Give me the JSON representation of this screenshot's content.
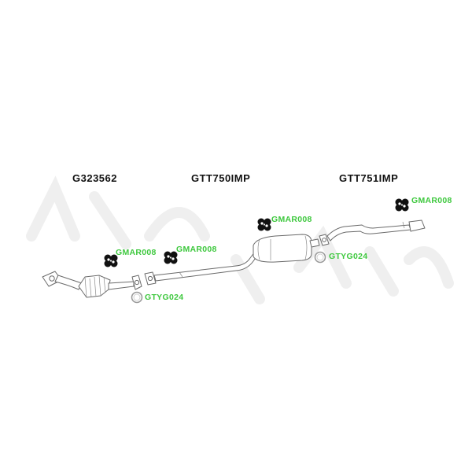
{
  "parts": {
    "front_section": "G323562",
    "middle_section": "GTT750IMP",
    "rear_section": "GTT751IMP"
  },
  "accessories": {
    "mount_1": "GMAR008",
    "mount_2": "GMAR008",
    "mount_3": "GMAR008",
    "mount_4": "GMAR008",
    "gasket_1": "GTYG024",
    "gasket_2": "GTYG024"
  },
  "colors": {
    "accessory_label": "#3ec83e",
    "part_label": "#111111",
    "rubber_mount": "#111111",
    "pipe_outline": "#6a6a6a"
  },
  "icons": {
    "mount": "rubber-hanger-icon",
    "gasket": "ring-gasket-icon"
  }
}
